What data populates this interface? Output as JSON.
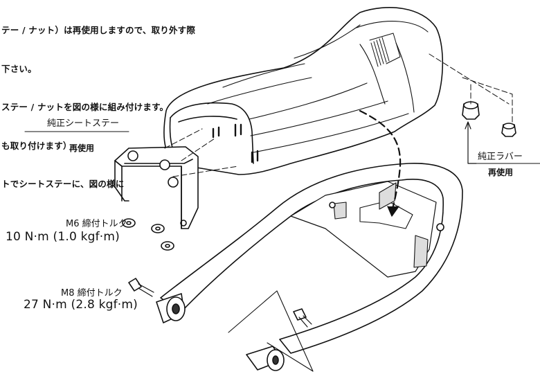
{
  "instructions": [
    "テー / ナット）は再使用しますので、取り外す際",
    "下さい。",
    "ステー / ナットを図の様に組み付けます。",
    "も取り付けます）",
    "トでシートステーに、図の様に"
  ],
  "labels": {
    "seat_stay": "純正シートステー",
    "seat_stay_note": "再使用",
    "rubber": "純正ラバー",
    "rubber_note": "再使用",
    "m6_title": "M6 締付トルク",
    "m6_value": "10 N·m (1.0 kgf·m)",
    "m8_title": "M8 締付トルク",
    "m8_value": "27 N·m (2.8 kgf·m)"
  },
  "colors": {
    "line": "#111111",
    "seat_fill": "#ffffff",
    "shade": "#d8d8d8"
  }
}
